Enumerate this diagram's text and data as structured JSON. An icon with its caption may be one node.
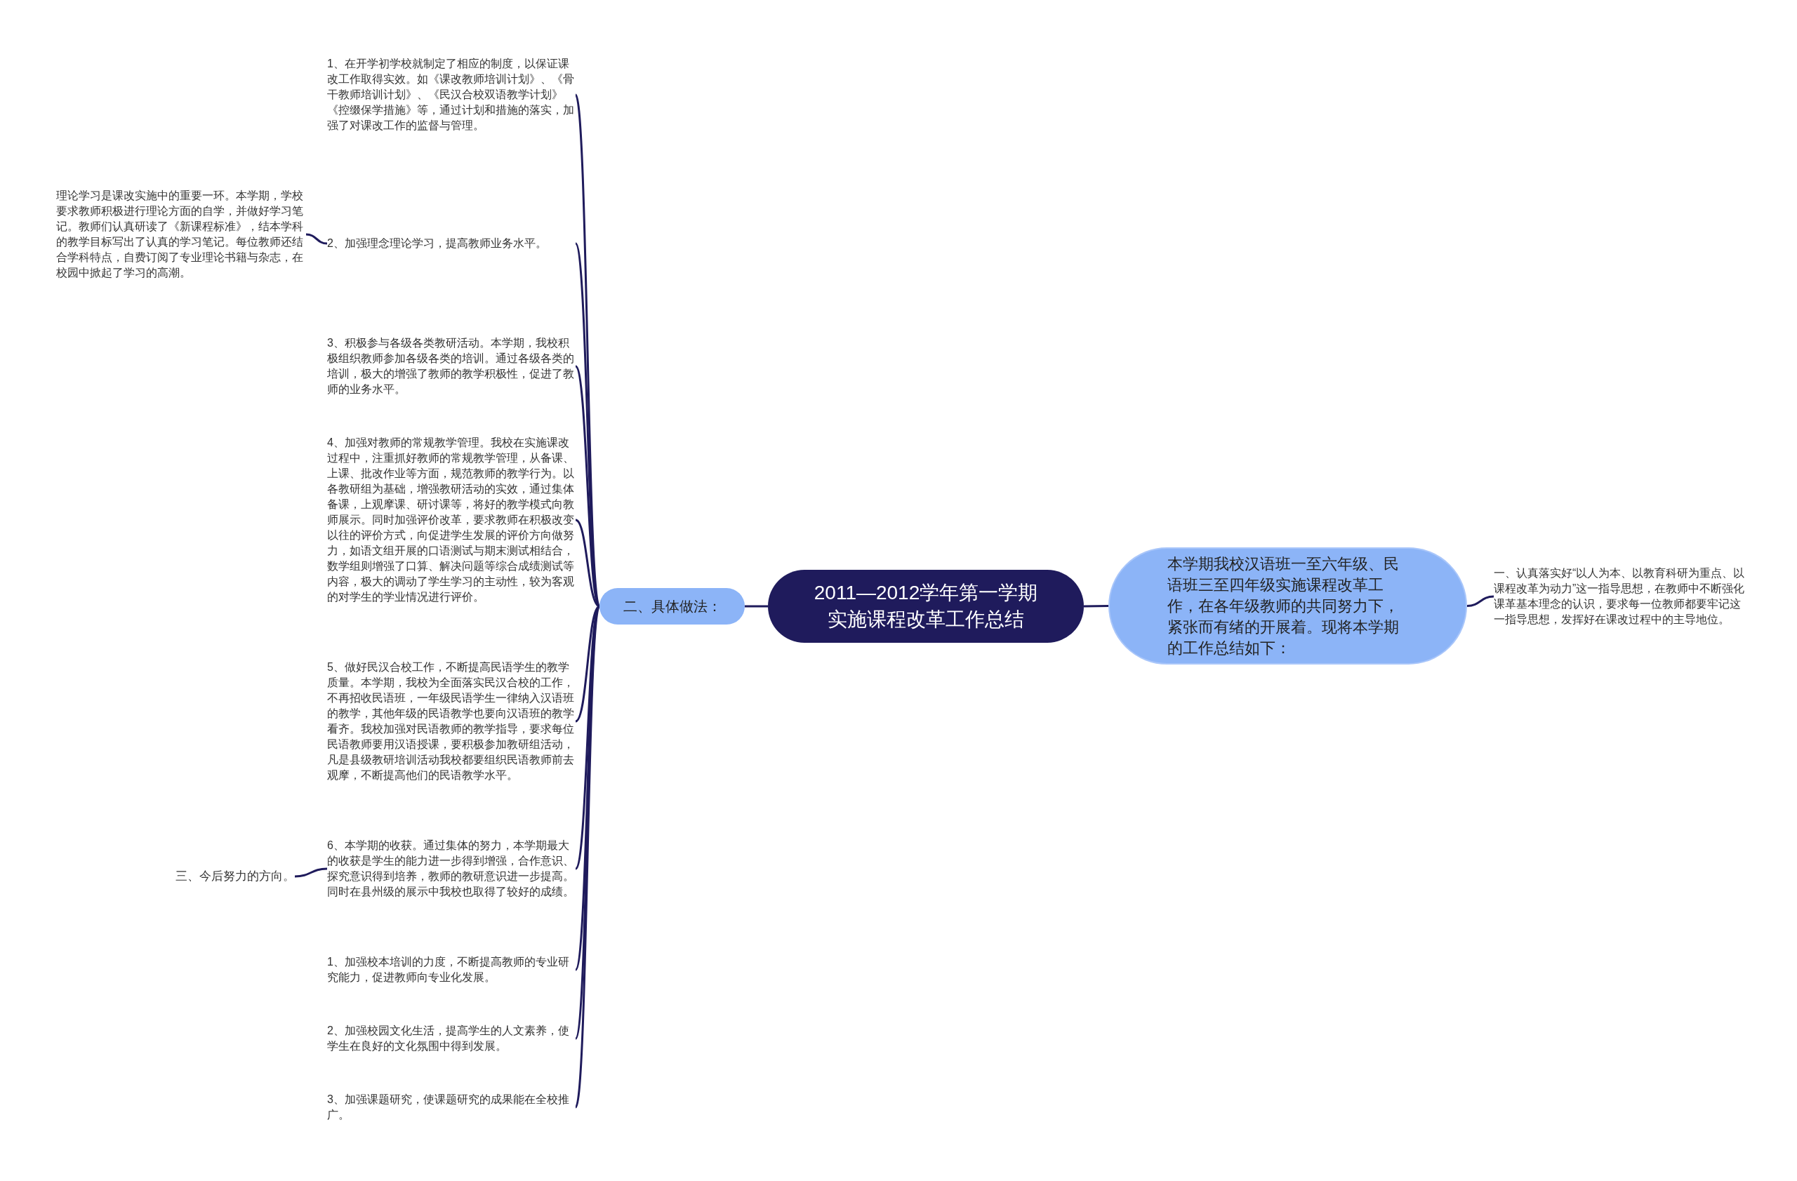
{
  "diagram": {
    "nodes": [
      {
        "text": [
          "2011—2012学年第一学期实施课程改革工作总结"
        ]
      },
      {
        "text": [
          "二、具体做法："
        ]
      },
      {
        "text": [
          "1、在开学初学校就制定了相应的制度，以保证课改工作取得实效。如《课改教师培训计划》、《骨干教师培训计划》、《民汉合校双语教学计划》《控缀保学措施》等，通过计划和措施的落实，加强了对课改工作的监督与管理。"
        ]
      },
      {
        "text": [
          "2、加强理念理论学习，提高教师业务水平。"
        ]
      },
      {
        "text": [
          "理论学习是课改实施中的重要一环。本学期，学校要求教师积极进行理论方面的自学，并做好学习笔记。教师们认真研读了《新课程标准》，结本学科的教学目标写出了认真的学习笔记。每位教师还结合学科特点，自费订阅了专业理论书籍与杂志，在校园中掀起了学习的高潮。"
        ]
      },
      {
        "text": [
          "3、积极参与各级各类教研活动。本学期，我校积极组织教师参加各级各类的培训。通过各级各类的培训，极大的增强了教师的教学积极性，促进了教师的业务水平。"
        ]
      },
      {
        "text": [
          "4、加强对教师的常规教学管理。我校在实施课改过程中，注重抓好教师的常规教学管理，从备课、上课、批改作业等方面，规范教师的教学行为。以各教研组为基础，增强教研活动的实效，通过集体备课，上观摩课、研讨课等，将好的教学模式向教师展示。同时加强评价改革，要求教师在积极改变以往的评价方式，向促进学生发展的评价方向做努力，如语文组开展的口语测试与期末测试相结合，数学组则增强了口算、解决问题等综合成绩测试等内容，极大的调动了学生学习的主动性，较为客观的对学生的学业情况进行评价。"
        ]
      },
      {
        "text": [
          "5、做好民汉合校工作，不断提高民语学生的教学质量。本学期，我校为全面落实民汉合校的工作，不再招收民语班，一年级民语学生一律纳入汉语班的教学，其他年级的民语教学也要向汉语班的教学看齐。我校加强对民语教师的教学指导，要求每位民语教师要用汉语授课，要积极参加教研组活动，凡是县级教研培训活动我校都要组织民语教师前去观摩，不断提高他们的民语教学水平。"
        ]
      },
      {
        "text": [
          "6、本学期的收获。通过集体的努力，本学期最大的收获是学生的能力进一步得到增强，合作意识、探究意识得到培养，教师的教研意识进一步提高。同时在县州级的展示中我校也取得了较好的成绩。"
        ]
      },
      {
        "text": [
          "三、今后努力的方向。"
        ]
      },
      {
        "text": [
          "1、加强校本培训的力度，不断提高教师的专业研究能力，促进教师向专业化发展。"
        ]
      },
      {
        "text": [
          "2、加强校园文化生活，提高学生的人文素养，使学生在良好的文化氛围中得到发展。"
        ]
      },
      {
        "text": [
          "3、加强课题研究，使课题研究的成果能在全校推广。"
        ]
      },
      {
        "text": [
          "本学期我校汉语班一至六年级、民语班三至四年级实施课程改革工作，在各年级教师的共同努力下，紧张而有绪的开展着。现将本学期的工作总结如下："
        ]
      },
      {
        "text": [
          "一、认真落实好“以人为本、以教育科研为重点、以课程改革为动力”这一指导思想，在教师中不断强化课革基本理念的认识，要求每一位教师都要牢记这一指导思想，发挥好在课改过程中的主导地位。"
        ]
      }
    ],
    "edges": [
      {
        "from": 0,
        "to": 1,
        "arrow": "none"
      },
      {
        "from": 1,
        "to": 2,
        "arrow": "none"
      },
      {
        "from": 1,
        "to": 3,
        "arrow": "none"
      },
      {
        "from": 3,
        "to": 4,
        "arrow": "none"
      },
      {
        "from": 1,
        "to": 5,
        "arrow": "none"
      },
      {
        "from": 1,
        "to": 6,
        "arrow": "none"
      },
      {
        "from": 1,
        "to": 7,
        "arrow": "none"
      },
      {
        "from": 1,
        "to": 8,
        "arrow": "none"
      },
      {
        "from": 8,
        "to": 9,
        "arrow": "none"
      },
      {
        "from": 1,
        "to": 10,
        "arrow": "none"
      },
      {
        "from": 1,
        "to": 11,
        "arrow": "none"
      },
      {
        "from": 1,
        "to": 12,
        "arrow": "none"
      },
      {
        "from": 0,
        "to": 13,
        "arrow": "none"
      },
      {
        "from": 13,
        "to": 14,
        "arrow": "none"
      }
    ]
  }
}
